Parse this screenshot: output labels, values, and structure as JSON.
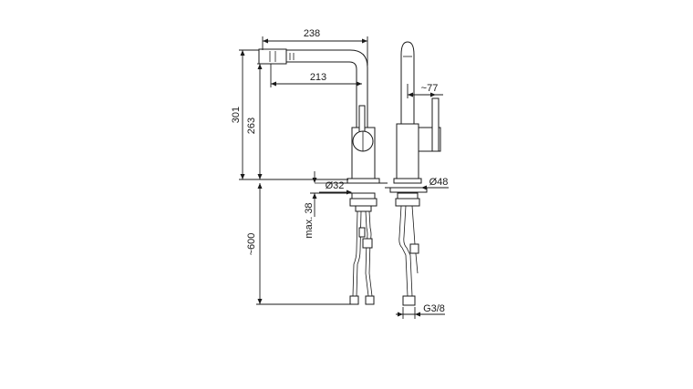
{
  "dimensions": {
    "width_total": "238",
    "spout_reach": "213",
    "height_total": "301",
    "height_outlet": "263",
    "hose_length": "~600",
    "max_thickness": "max. 38",
    "hole_diameter": "Ø32",
    "escutcheon_diameter": "Ø48",
    "handle_offset": "~77",
    "thread": "G3/8"
  },
  "colors": {
    "line": "#1a1a1a",
    "background": "#ffffff"
  }
}
